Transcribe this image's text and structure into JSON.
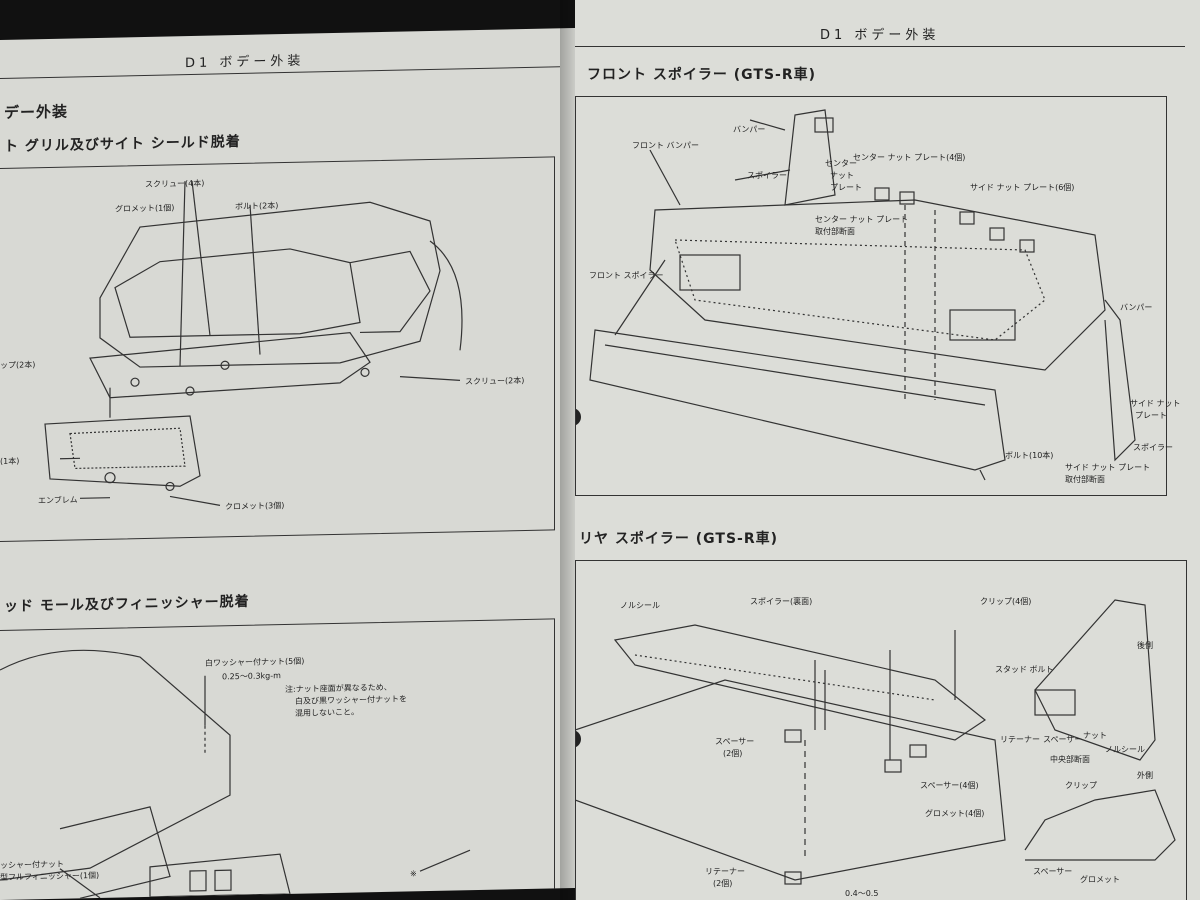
{
  "left": {
    "header": "D1 ボデー外装",
    "section_title": "デー外装",
    "fig1_title": "ト グリル及びサイト シールド脱着",
    "fig1_labels": [
      "スクリュー(4本)",
      "グロメット(1個)",
      "ボルト(2本)",
      "ップ(2本)",
      "スクリュー(2本)",
      "(1本)",
      "エンブレム",
      "クロメット(3個)"
    ],
    "fig2_title": "ッド モール及びフィニッシャー脱着",
    "fig2_labels": [
      "白ワッシャー付ナット(5個)",
      "0.25～0.3kg-m",
      "注:ナット座面が異なるため、",
      "白及び黒ワッシャー付ナットを",
      "混用しないこと。",
      "ッシャー付ナット",
      "型フルフィニッシャー(1個)",
      "※"
    ]
  },
  "right": {
    "header": "D1 ボデー外装",
    "fig1_title": "フロント スポイラー (GTS-R車)",
    "fig1_labels": [
      "フロント バンパー",
      "バンパー",
      "スポイラー",
      "センター ナット プレート(4個)",
      "センター",
      "ナット",
      "プレート",
      "サイド ナット プレート(6個)",
      "センター ナット プレート",
      "取付部断面",
      "フロント スポイラー",
      "バンパー",
      "サイド ナット",
      "プレート",
      "スポイラー",
      "ボルト(10本)",
      "サイド ナット プレート",
      "取付部断面"
    ],
    "fig2_title": "リヤ スポイラー (GTS-R車)",
    "fig2_labels": [
      "ノルシール",
      "スポイラー(裏面)",
      "クリップ(4個)",
      "後側",
      "スタッド ボルト",
      "リテーナー",
      "スペーサー",
      "ナット",
      "ノルシール",
      "中央部断面",
      "外側",
      "クリップ",
      "スペーサー",
      "グロメット",
      "スペーサー",
      "(2個)",
      "スペーサー(4個)",
      "グロメット(4個)",
      "リテーナー",
      "(2個)",
      "0.4～0.5"
    ]
  }
}
